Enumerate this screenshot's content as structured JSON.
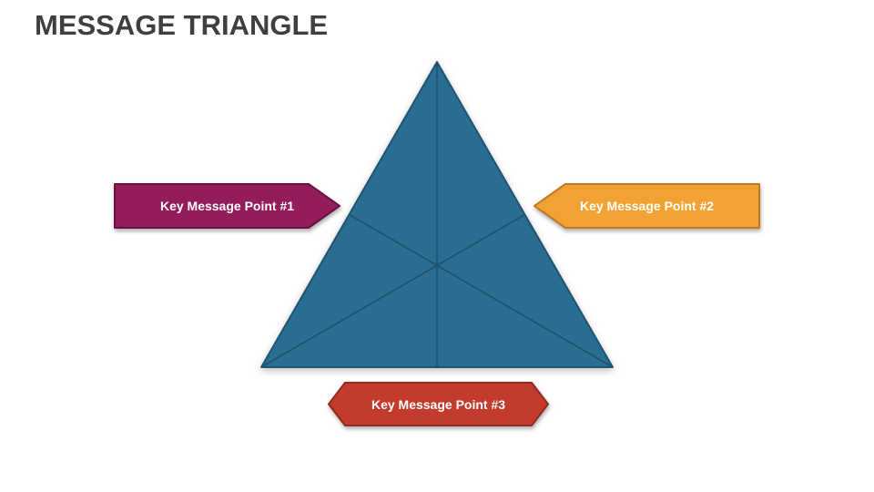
{
  "slide": {
    "title": "MESSAGE TRIANGLE"
  },
  "colors": {
    "background": "#FFFFFF",
    "title_text": "#3F3F3F",
    "triangle_fill": "#2A6D92",
    "triangle_stroke": "#1F5472",
    "median_line": "#20506C",
    "banner_text": "#FFFFFF",
    "banner1_fill": "#951C5B",
    "banner1_stroke": "#6E1040",
    "banner2_fill": "#F2A233",
    "banner2_stroke": "#C17A22",
    "banner3_fill": "#C23B2C",
    "banner3_stroke": "#922B1E"
  },
  "diagram": {
    "type": "message-triangle",
    "triangle_sections": 6,
    "banners": [
      {
        "label": "Key Message Point #1",
        "position": "left",
        "arrow": "points-right"
      },
      {
        "label": "Key Message Point #2",
        "position": "right",
        "arrow": "points-left"
      },
      {
        "label": "Key Message Point #3",
        "position": "bottom",
        "arrow": "points-both-sides"
      }
    ]
  }
}
